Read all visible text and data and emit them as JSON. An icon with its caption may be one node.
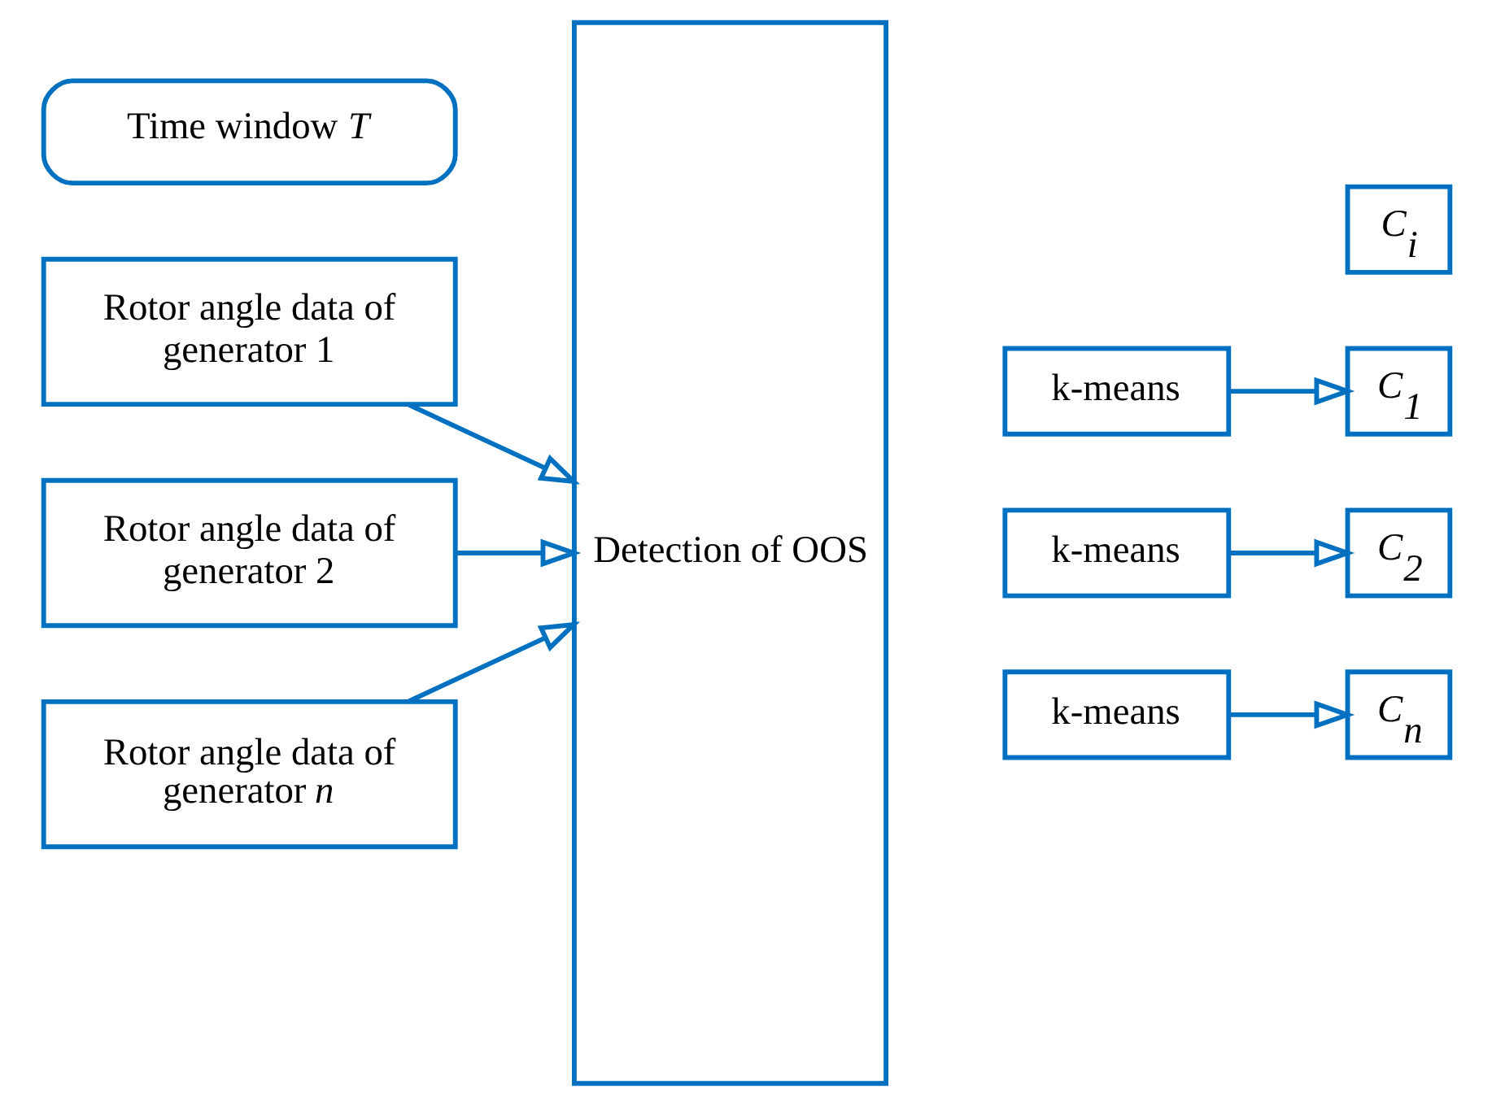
{
  "diagram": {
    "nodes": [
      {
        "text": [
          "Time window *T*"
        ]
      },
      {
        "text": [
          "Rotor angle data of generator 1"
        ]
      },
      {
        "text": [
          "Rotor angle data of generator 2"
        ]
      },
      {
        "text": [
          "Rotor angle data of generator *n*"
        ]
      },
      {
        "text": [
          "Detection of OOS"
        ]
      },
      {
        "text": [
          "k-means"
        ]
      },
      {
        "text": [
          "k-means"
        ]
      },
      {
        "text": [
          "k-means"
        ]
      },
      {
        "text": [
          "C$_{i}$"
        ]
      },
      {
        "text": [
          "C$_{1}$"
        ]
      },
      {
        "text": [
          "C$_{2}$"
        ]
      },
      {
        "text": [
          "C$_{n}$"
        ]
      }
    ],
    "edges": [
      {
        "from": 1,
        "to": 4,
        "arrow": "to"
      },
      {
        "from": 2,
        "to": 4,
        "arrow": "to"
      },
      {
        "from": 3,
        "to": 4,
        "arrow": "to"
      },
      {
        "from": 5,
        "to": 9,
        "arrow": "to"
      },
      {
        "from": 6,
        "to": 10,
        "arrow": "to"
      },
      {
        "from": 7,
        "to": 11,
        "arrow": "to"
      }
    ]
  }
}
